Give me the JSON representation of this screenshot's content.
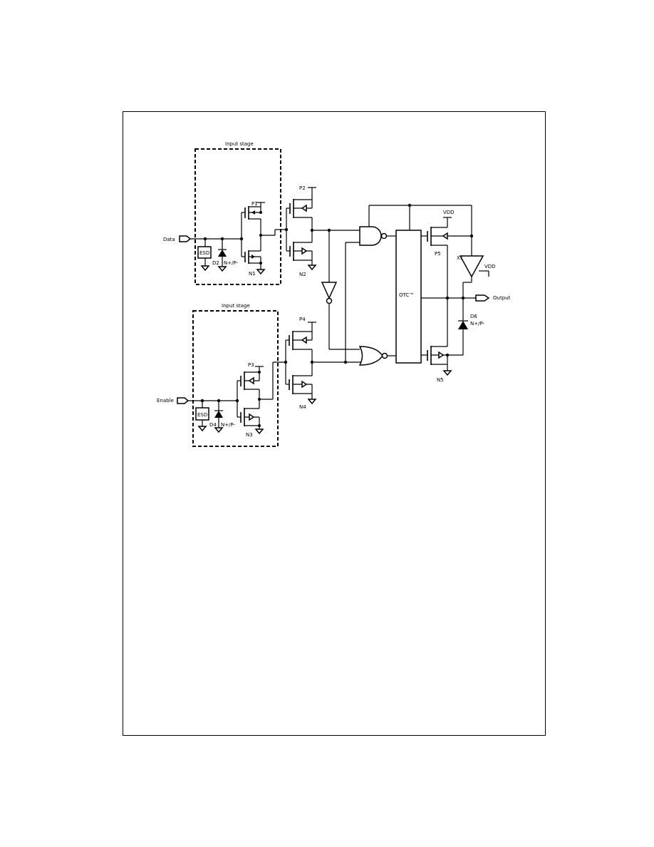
{
  "stage_top_label": "Input stage",
  "stage_bottom_label": "Input stage",
  "pins": {
    "data": "Data",
    "enable": "Enable",
    "output": "Output"
  },
  "devices": {
    "p1": "P1",
    "n1": "N1",
    "d2": "D2",
    "d2_type": "N+/P-",
    "esd1": "ESD",
    "p2": "P2",
    "n2": "N2",
    "p3": "P3",
    "n3": "N3",
    "d4": "D4",
    "d4_type": "N+/P-",
    "esd2": "ESD",
    "p4": "P4",
    "n4": "N4",
    "p5": "P5",
    "n5": "N5",
    "d6": "D6",
    "d6_type": "N+/P-",
    "x1": "X1",
    "otc": "OTC™",
    "vdd_top": "VDD",
    "vdd_right": "VDD"
  }
}
